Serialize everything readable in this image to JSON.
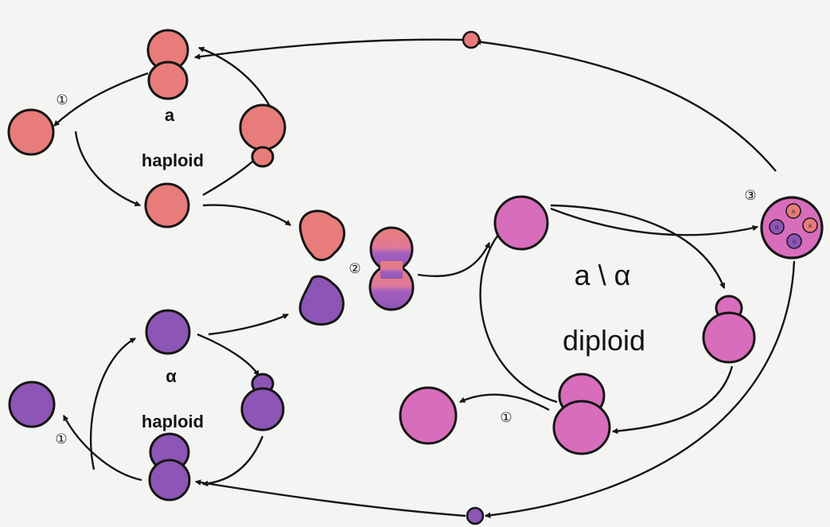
{
  "colors": {
    "a_cell": "#e77c7a",
    "alpha_cell": "#8d55b5",
    "diploid_cell": "#d86dbc",
    "outline": "#161616",
    "background": "#f4f4f2"
  },
  "labels": {
    "a_type": "a",
    "a_ploidy": "haploid",
    "alpha_type": "α",
    "alpha_ploidy": "haploid",
    "diploid_type": "a \\ α",
    "diploid_ploidy": "diploid",
    "budding_marker": "①",
    "mating_marker": "②",
    "meiosis_marker": "③",
    "spore_a": "a",
    "spore_alpha": "α"
  }
}
